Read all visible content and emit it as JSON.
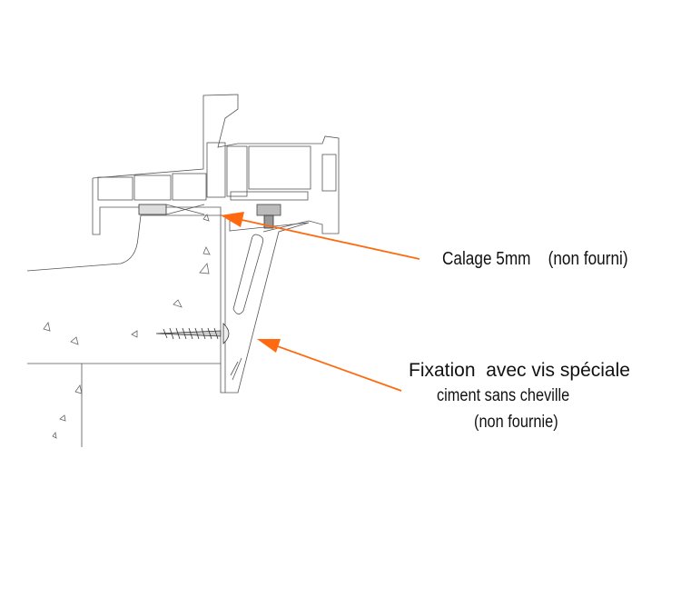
{
  "labels": {
    "calage": "Calage 5mm    (non fourni)",
    "fixation_line1": "Fixation  avec vis spéciale",
    "fixation_line2": "ciment sans cheville",
    "fixation_line3": "(non fournie)"
  },
  "colors": {
    "arrow": "#ff6a10",
    "line": "#555555"
  }
}
